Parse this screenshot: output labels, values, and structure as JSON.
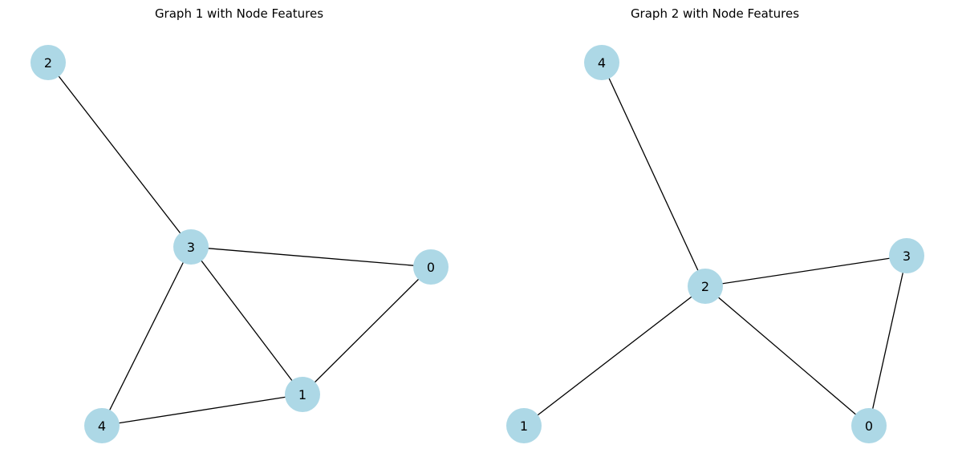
{
  "graphs": [
    {
      "title": "Graph 1 with Node Features",
      "nodes": [
        "0",
        "1",
        "2",
        "3",
        "4"
      ],
      "edges": [
        [
          "2",
          "3"
        ],
        [
          "3",
          "0"
        ],
        [
          "3",
          "1"
        ],
        [
          "3",
          "4"
        ],
        [
          "0",
          "1"
        ],
        [
          "1",
          "4"
        ]
      ]
    },
    {
      "title": "Graph 2 with Node Features",
      "nodes": [
        "0",
        "1",
        "2",
        "3",
        "4"
      ],
      "edges": [
        [
          "4",
          "2"
        ],
        [
          "2",
          "3"
        ],
        [
          "2",
          "1"
        ],
        [
          "2",
          "0"
        ],
        [
          "3",
          "0"
        ]
      ]
    }
  ],
  "colors": {
    "node_fill": "#add8e6",
    "edge": "#000000",
    "text": "#000000",
    "background": "#ffffff"
  }
}
